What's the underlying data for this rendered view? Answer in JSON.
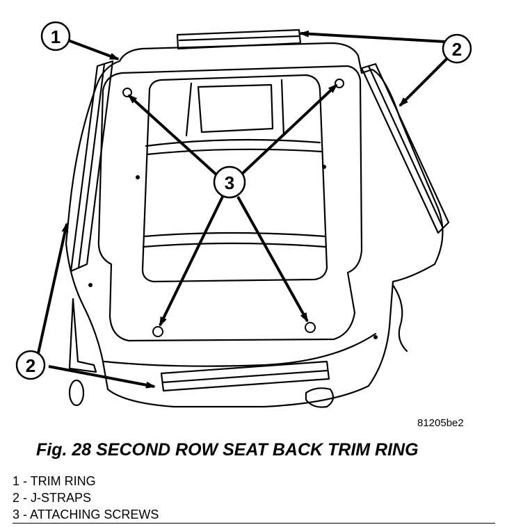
{
  "figure": {
    "id": "81205be2",
    "caption": "Fig. 28 SECOND ROW SEAT BACK TRIM RING"
  },
  "callouts": [
    "1",
    "2",
    "2",
    "3"
  ],
  "legend": [
    {
      "num": "1",
      "label": "TRIM RING"
    },
    {
      "num": "2",
      "label": "J-STRAPS"
    },
    {
      "num": "3",
      "label": "ATTACHING SCREWS"
    }
  ],
  "colors": {
    "line": "#000000",
    "background": "#ffffff"
  }
}
